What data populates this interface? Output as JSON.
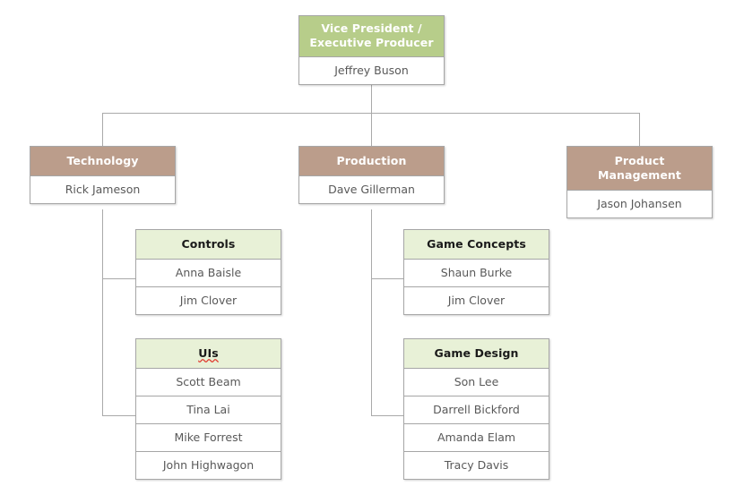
{
  "chart": {
    "type": "org-chart",
    "title_text": "",
    "colors": {
      "executive_header": "#b7cd8a",
      "department_header": "#bb9d8b",
      "team_header": "#e8f1d7",
      "border": "#a6a6a6",
      "connector": "#a9a9a9",
      "name_text": "#595959",
      "header_text_light": "#ffffff",
      "header_text_dark": "#1a1a1a",
      "background": "#ffffff",
      "spellcheck_underline": "#e03a2f"
    },
    "nodes": {
      "executive": {
        "title_line1": "Vice President /",
        "title_line2": "Executive Producer",
        "members": [
          "Jeffrey Buson"
        ]
      },
      "departments": [
        {
          "key": "technology",
          "title": "Technology",
          "members": [
            "Rick Jameson"
          ]
        },
        {
          "key": "production",
          "title": "Production",
          "members": [
            "Dave Gillerman"
          ]
        },
        {
          "key": "product-management",
          "title": "Product Management",
          "members": [
            "Jason Johansen"
          ]
        }
      ],
      "teams": [
        {
          "key": "controls",
          "title": "Controls",
          "parent": "technology",
          "members": [
            "Anna Baisle",
            "Jim Clover"
          ]
        },
        {
          "key": "uis",
          "title": "UIs",
          "title_misspelled": true,
          "parent": "technology",
          "members": [
            "Scott Beam",
            "Tina Lai",
            "Mike Forrest",
            "John Highwagon"
          ]
        },
        {
          "key": "game-concepts",
          "title": "Game Concepts",
          "parent": "production",
          "members": [
            "Shaun Burke",
            "Jim Clover"
          ]
        },
        {
          "key": "game-design",
          "title": "Game Design",
          "parent": "production",
          "members": [
            "Son Lee",
            "Darrell Bickford",
            "Amanda Elam",
            "Tracy Davis"
          ]
        }
      ]
    }
  }
}
